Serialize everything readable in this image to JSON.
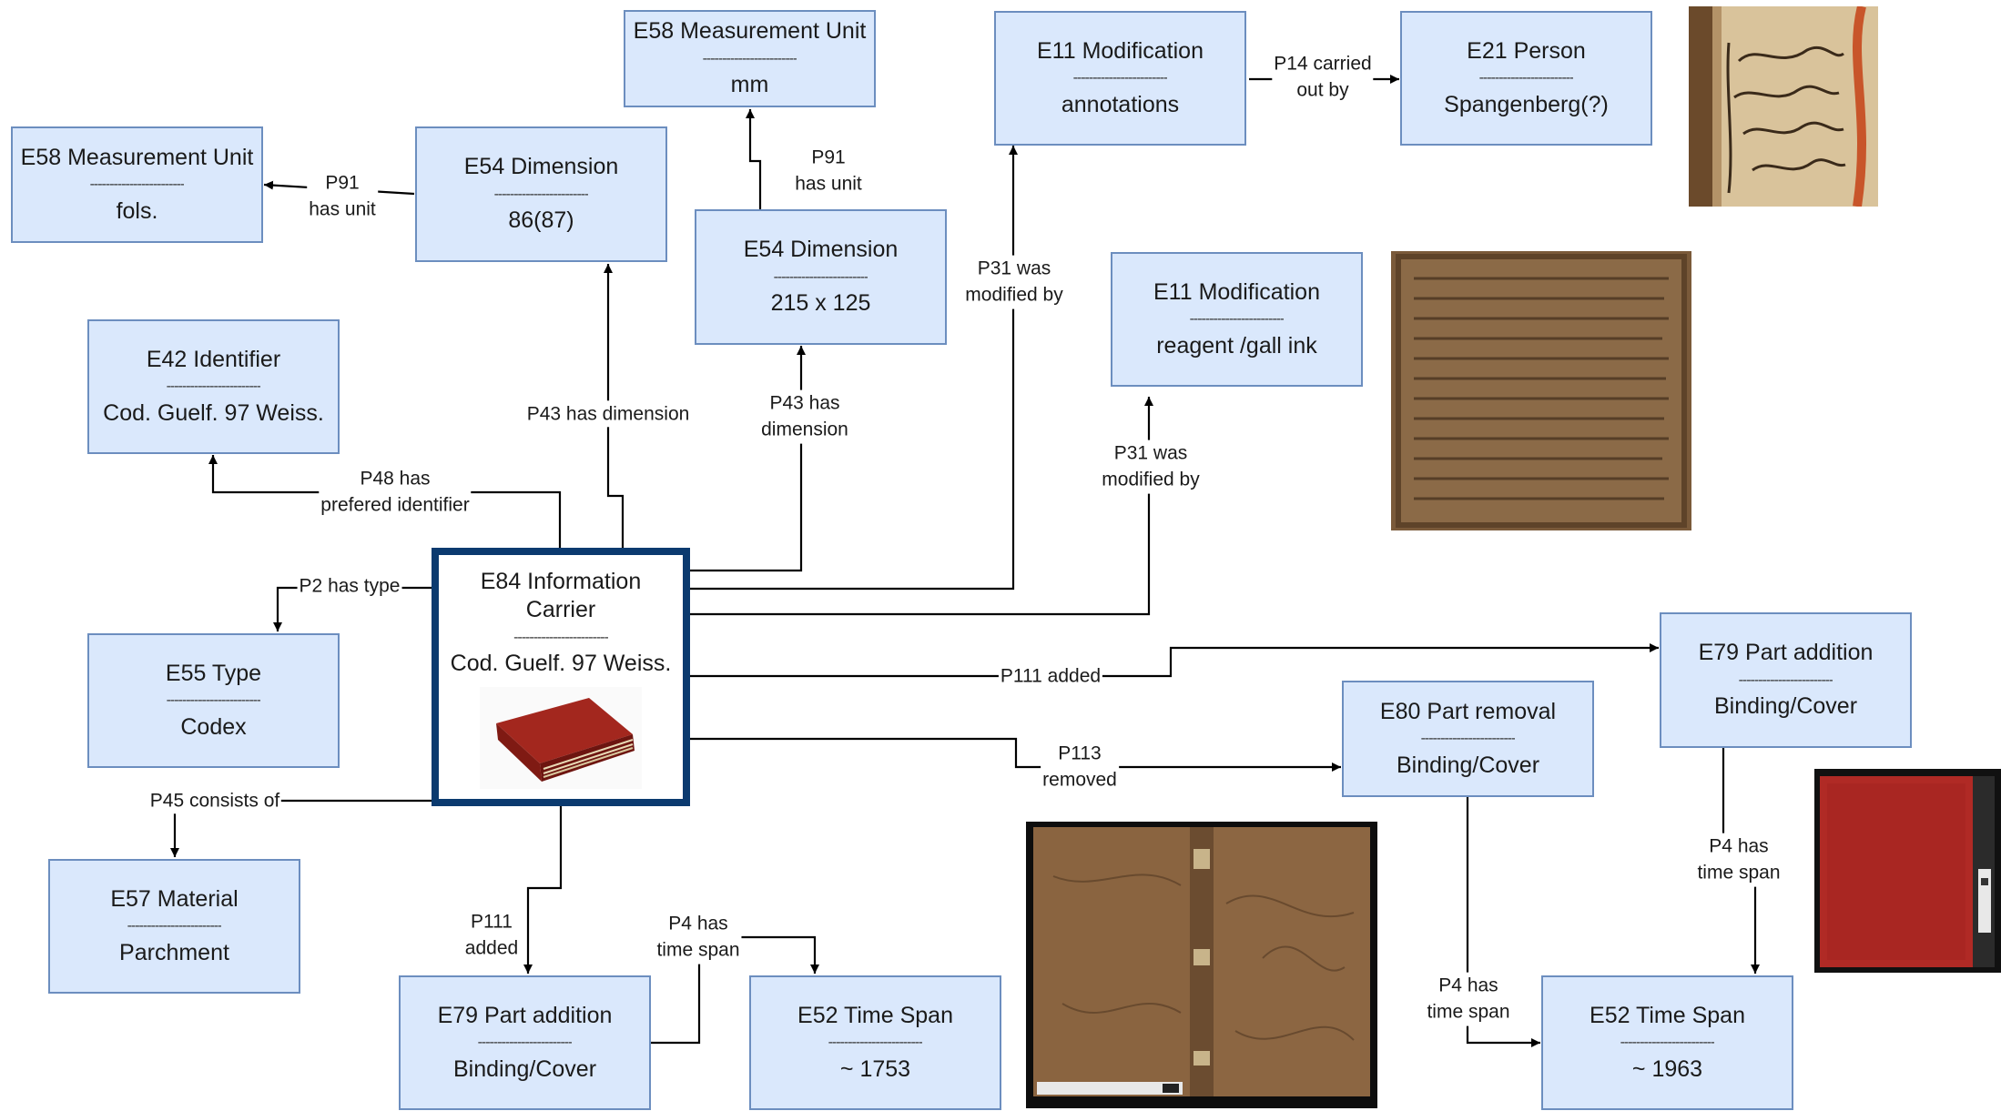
{
  "nodes": {
    "mu_fols": {
      "cls": "E58 Measurement Unit",
      "sep": "------------------------",
      "val": "fols."
    },
    "dim_8687": {
      "cls": "E54 Dimension",
      "sep": "------------------------",
      "val": "86(87)"
    },
    "mu_mm": {
      "cls": "E58 Measurement Unit",
      "sep": "------------------------",
      "val": "mm"
    },
    "dim_215": {
      "cls": "E54 Dimension",
      "sep": "------------------------",
      "val": "215 x 125"
    },
    "mod_annot": {
      "cls": "E11 Modification",
      "sep": "------------------------",
      "val": "annotations"
    },
    "person": {
      "cls": "E21 Person",
      "sep": "------------------------",
      "val": "Spangenberg(?)"
    },
    "identifier": {
      "cls": "E42 Identifier",
      "sep": "------------------------",
      "val": "Cod. Guelf. 97 Weiss."
    },
    "mod_reagent": {
      "cls": "E11 Modification",
      "sep": "------------------------",
      "val": "reagent /gall ink"
    },
    "carrier": {
      "cls": "E84 Information Carrier",
      "sep": "------------------------",
      "val": "Cod. Guelf. 97 Weiss."
    },
    "type": {
      "cls": "E55 Type",
      "sep": "------------------------",
      "val": "Codex"
    },
    "material": {
      "cls": "E57 Material",
      "sep": "------------------------",
      "val": "Parchment"
    },
    "part_add_1753": {
      "cls": "E79 Part addition",
      "sep": "------------------------",
      "val": "Binding/Cover"
    },
    "ts_1753": {
      "cls": "E52 Time Span",
      "sep": "------------------------",
      "val": "~ 1753"
    },
    "part_removal": {
      "cls": "E80 Part removal",
      "sep": "------------------------",
      "val": "Binding/Cover"
    },
    "part_add_1963": {
      "cls": "E79 Part addition",
      "sep": "------------------------",
      "val": "Binding/Cover"
    },
    "ts_1963": {
      "cls": "E52 Time Span",
      "sep": "------------------------",
      "val": "~ 1963"
    }
  },
  "edges": {
    "p91_fols": "P91\nhas unit",
    "p91_mm": "P91\nhas unit",
    "p14": "P14 carried\nout by",
    "p31_annot": "P31 was\nmodified by",
    "p43_a": "P43 has dimension",
    "p43_b": "P43 has\ndimension",
    "p48": "P48 has\nprefered identifier",
    "p31_reagent": "P31 was\nmodified by",
    "p2": "P2 has type",
    "p111_right": "P111 added",
    "p113": "P113\nremoved",
    "p45": "P45 consists of",
    "p111_bottom": "P111\nadded",
    "p4_1753": "P4 has\ntime span",
    "p4_removal": "P4 has\ntime span",
    "p4_1963": "P4 has\ntime span"
  },
  "colors": {
    "node_fill": "#dae8fc",
    "node_border": "#6c8ebf",
    "carrier_border": "#0b3a6f",
    "edge": "#000000"
  }
}
